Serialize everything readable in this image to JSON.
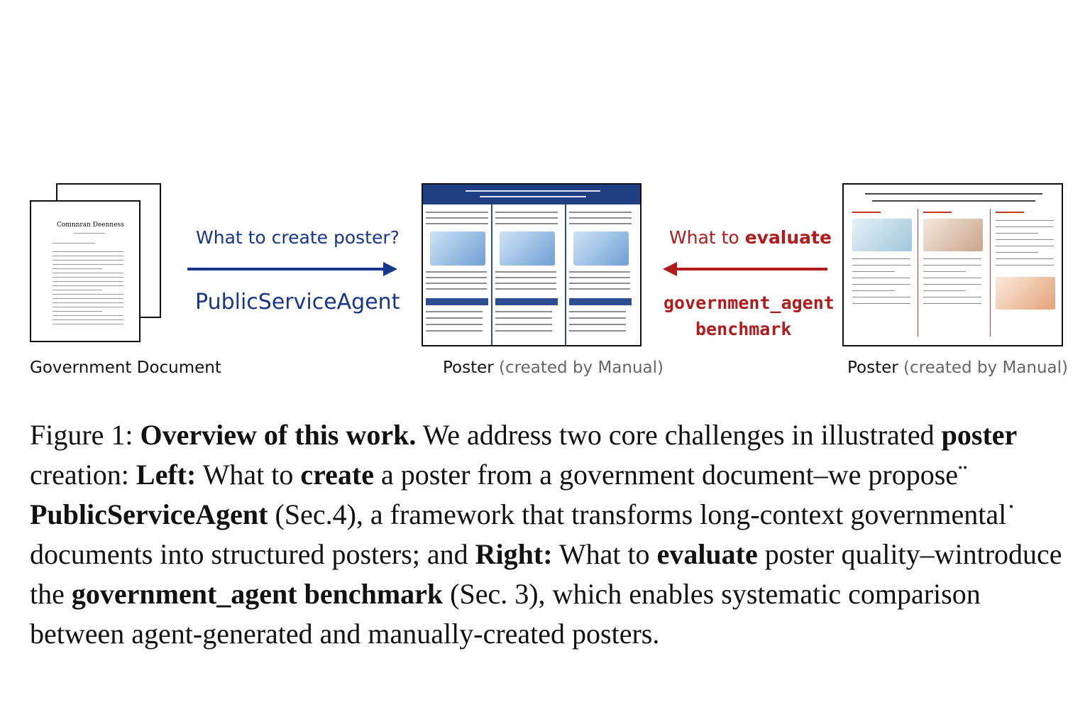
{
  "figure": {
    "left_document": {
      "title": "Comnnran Deenness",
      "label": "Government Document",
      "icon": "document-stack-icon"
    },
    "arrow_left": {
      "question": "What to create poster?",
      "agent": "PublicServiceAgent",
      "color": "#16358c"
    },
    "center_poster": {
      "label_main": "Poster",
      "label_note": "(created  by Manual)",
      "header_color": "#1f3f82"
    },
    "arrow_right": {
      "question_prefix": "What to ",
      "question_bold": "evaluate",
      "benchmark_line1": "government_agent",
      "benchmark_line2": "benchmark",
      "color": "#b01c1c"
    },
    "right_poster": {
      "label_main": "Poster",
      "label_note": "(created by Manual)",
      "accent_color": "#c0392b"
    }
  },
  "caption": {
    "prefix": "Figure 1: ",
    "overview_bold": "Overview of this work.",
    "t1": " We address two core challenges in illustrated ",
    "poster_bold": "poster",
    "t2": " creation: ",
    "left_bold": "Left:",
    "t3": " What to  ",
    "create_bold": "create",
    "t4": " a poster from a government document–we propose¨  ",
    "agent_bold": "PublicServiceAgent",
    "t5": " (Sec.4), a framework that transforms long-context governmental˙ documents into structured posters; and ",
    "right_bold": "Right:",
    "t6": " What to ",
    "evaluate_bold": "evaluate",
    "t7": " poster quality–wintrοduce the ",
    "benchmark_bold": "government_agent benchmark",
    "t8": " (Sec. 3), which enables systematic comparison between agent-generated and manually-created posters."
  }
}
